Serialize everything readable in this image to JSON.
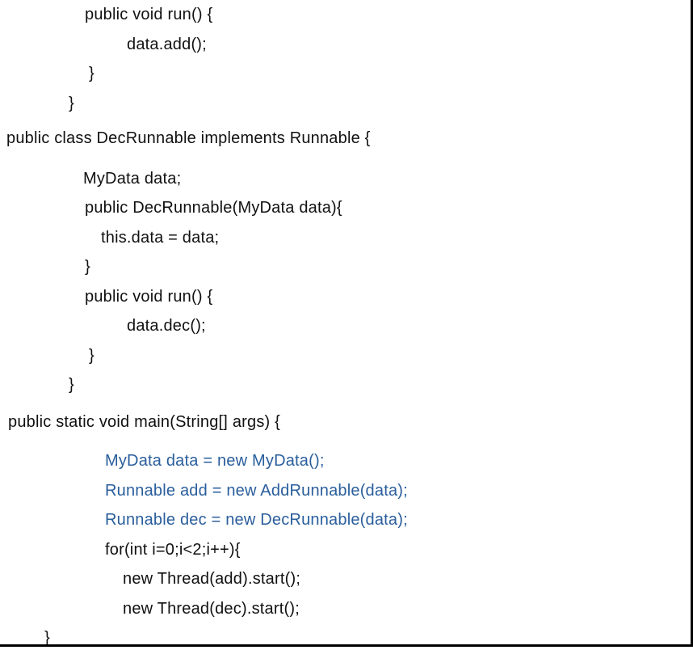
{
  "document": {
    "type": "code-listing",
    "language": "java"
  },
  "colors": {
    "text": "#111111",
    "accent_blue": "#2a5e9c",
    "border": "#000000",
    "background": "#ffffff"
  },
  "code": {
    "lines": [
      {
        "text": "public void run() {",
        "color": "default"
      },
      {
        "text": "data.add();",
        "color": "default"
      },
      {
        "text": "}",
        "color": "default"
      },
      {
        "text": "}",
        "color": "default"
      },
      {
        "text": "public class DecRunnable implements Runnable {",
        "color": "default"
      },
      {
        "text": "MyData data;",
        "color": "default"
      },
      {
        "text": "public DecRunnable(MyData data){",
        "color": "default"
      },
      {
        "text": "this.data = data;",
        "color": "default"
      },
      {
        "text": "}",
        "color": "default"
      },
      {
        "text": "public void run() {",
        "color": "default"
      },
      {
        "text": "data.dec();",
        "color": "default"
      },
      {
        "text": "}",
        "color": "default"
      },
      {
        "text": "}",
        "color": "default"
      },
      {
        "text": "public static void main(String[] args) {",
        "color": "default"
      },
      {
        "text": "MyData data = new MyData();",
        "color": "blue"
      },
      {
        "text": "Runnable add = new AddRunnable(data);",
        "color": "blue"
      },
      {
        "text": "Runnable dec = new DecRunnable(data);",
        "color": "blue"
      },
      {
        "text": "for(int i=0;i<2;i++){",
        "color": "default"
      },
      {
        "text": "new Thread(add).start();",
        "color": "default"
      },
      {
        "text": "new Thread(dec).start();",
        "color": "default"
      },
      {
        "text": "}",
        "color": "default"
      }
    ]
  }
}
